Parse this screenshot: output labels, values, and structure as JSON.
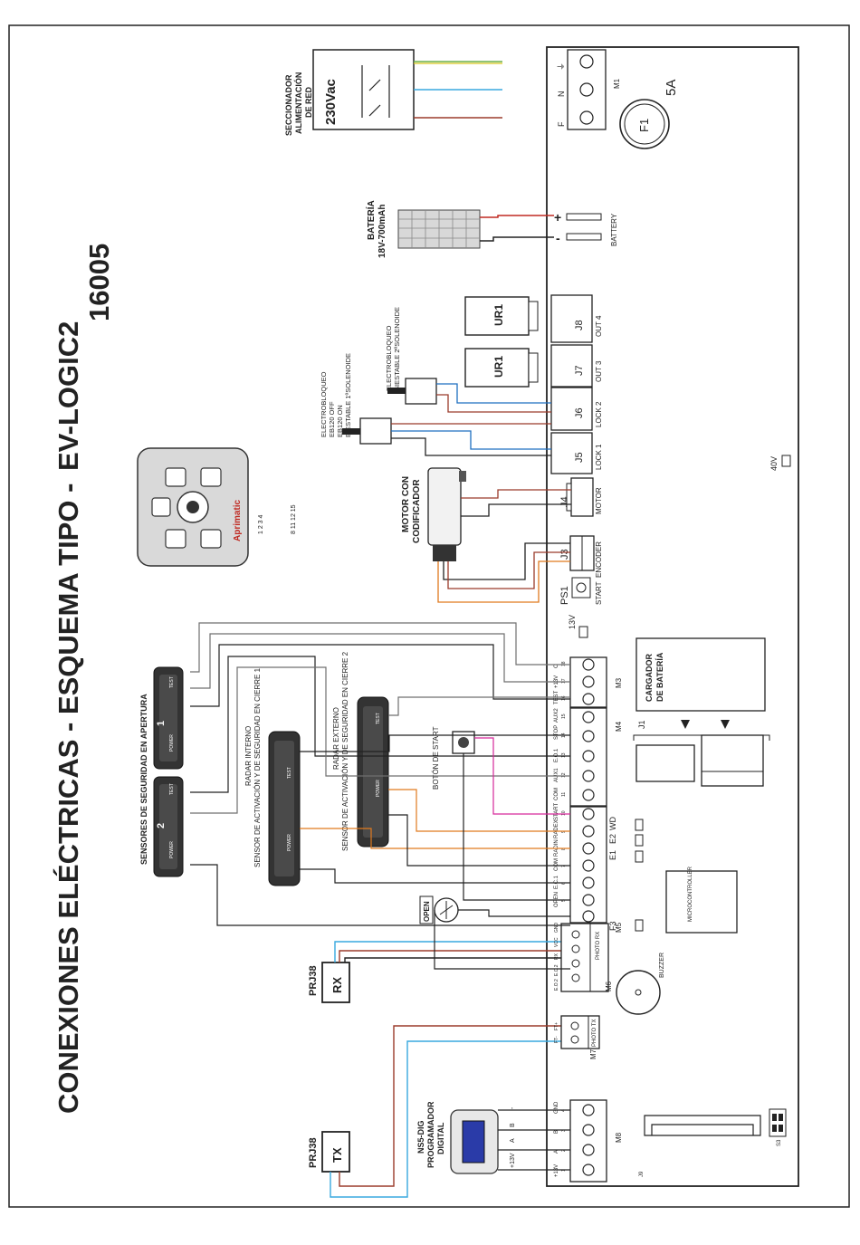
{
  "title": {
    "main": "CONEXIONES ELÉCTRICAS - ESQUEMA TIPO -",
    "model": "EV-LOGIC2",
    "code": "16005"
  },
  "mains": {
    "label": "SECCIONADOR ALIMENTACIÓN DE RED",
    "line1": "SECCIONADOR",
    "line2": "ALIMENTACIÓN",
    "line3": "DE RED",
    "voltage": "230Vac"
  },
  "battery": {
    "label": "BATERÍA",
    "spec": "18V-700mAh",
    "plus": "+",
    "minus": "-",
    "terminal": "BATTERY"
  },
  "fuse": {
    "name": "F1",
    "rating": "5A"
  },
  "m1": {
    "name": "M1",
    "pins": [
      "F",
      "N",
      "⏚"
    ]
  },
  "receivers": [
    {
      "label": "UR1"
    },
    {
      "label": "UR1"
    }
  ],
  "connectors": {
    "j8": {
      "name": "J8",
      "label": "OUT 4"
    },
    "j7": {
      "name": "J7",
      "label": "OUT 3"
    },
    "j6": {
      "name": "J6",
      "label": "LOCK 2"
    },
    "j5": {
      "name": "J5",
      "label": "LOCK 1"
    },
    "j4": {
      "name": "J4",
      "label": "MOTOR"
    },
    "j3": {
      "name": "J3",
      "label": "ENCODER"
    },
    "ps1": {
      "name": "PS1",
      "label": "START"
    },
    "j1": {
      "name": "J1"
    },
    "j9": {
      "name": "J9"
    },
    "s3": {
      "name": "S3"
    }
  },
  "locks": {
    "lock1": {
      "line1": "ELECTROBLOQUEO",
      "line2": "EB120 OFF",
      "line3": "EB120 ON",
      "line4": "BIESTABLE 1ºSOLENOIDE"
    },
    "lock2": {
      "line1": "ELECTROBLOQUEO",
      "line2": "BIESTABLE 2ºSOLENOIDE"
    }
  },
  "motor": {
    "line1": "MOTOR CON",
    "line2": "CODIFICADOR"
  },
  "keypad": {
    "brand": "Aprimatic",
    "numbers_top": "1 2 3 4",
    "numbers_bottom": "8 11 12 15"
  },
  "board_labels": {
    "v40": "40V",
    "v13": "13V",
    "charger_line1": "CARGADOR",
    "charger_line2": "DE BATERÍA",
    "microcontroller": "MICROCONTROLLER",
    "buzzer": "BUZZER",
    "photo_rx": "PHOTO RX",
    "photo_tx": "PHOTO TX",
    "wd": "WD",
    "e1": "E1",
    "e2": "E2",
    "f3": "F3"
  },
  "blocks": {
    "m3": {
      "name": "M3",
      "pins": [
        "O",
        "+13V",
        "TEST"
      ],
      "nums": [
        "18",
        "17",
        "16"
      ]
    },
    "m4": {
      "name": "M4",
      "pins": [
        "AUX2",
        "STOP",
        "E.O.1",
        "AUX1"
      ],
      "nums": [
        "15",
        "14",
        "13",
        "12"
      ]
    },
    "m5": {
      "name": "M5",
      "pins": [
        "COM",
        "START",
        "RADEX",
        "RADIN",
        "COM",
        "E.C.1",
        "OPEN"
      ],
      "nums": [
        "11",
        "10",
        "9",
        "8",
        "7",
        "6",
        "5"
      ]
    },
    "m6": {
      "name": "M6",
      "pins": [
        "GND",
        "VCC",
        "RX",
        "E.C.2",
        "E.O.2"
      ],
      "nums": []
    },
    "m7": {
      "name": "M7",
      "pins": [
        "FT+",
        "FT-"
      ],
      "nums": []
    },
    "m8": {
      "name": "M8",
      "pins": [
        "GND",
        "B",
        "A",
        "+13V"
      ],
      "nums": [
        "4",
        "3",
        "2",
        "1"
      ]
    }
  },
  "sensors": {
    "opening_title": "SENSORES DE SEGURIDAD EN APERTURA",
    "s1": "1",
    "s2": "2",
    "test": "TEST",
    "power": "POWER",
    "radar_int_line1": "RADAR INTERNO",
    "radar_int_line2": "SENSOR DE ACTIVACIÓN Y DE SEGURIDAD EN CIERRE 1",
    "radar_ext_line1": "RADAR EXTERNO",
    "radar_ext_line2": "SENSOR DE ACTIVACIÓN Y DE SEGURIDAD EN CIERRE 2",
    "start_button": "BOTÓN DE START",
    "open": "OPEN"
  },
  "photocells": {
    "rx_model": "PRJ38",
    "rx": "RX",
    "tx_model": "PRJ38",
    "tx": "TX"
  },
  "programmer": {
    "line1": "NS5-DIG",
    "line2": "PROGRAMADOR",
    "line3": "DIGITAL",
    "pins": [
      "+13V",
      "A",
      "B",
      "-"
    ]
  },
  "colors": {
    "brown": "#9b3b2b",
    "blue": "#1e6fc0",
    "orange": "#e07a1f",
    "magenta": "#d6289a",
    "cyan": "#38a8df",
    "green": "#6bb04a",
    "yellow": "#d8c51c",
    "red": "#c02a22",
    "dark": "#222222",
    "gray": "#6f6f6f"
  }
}
